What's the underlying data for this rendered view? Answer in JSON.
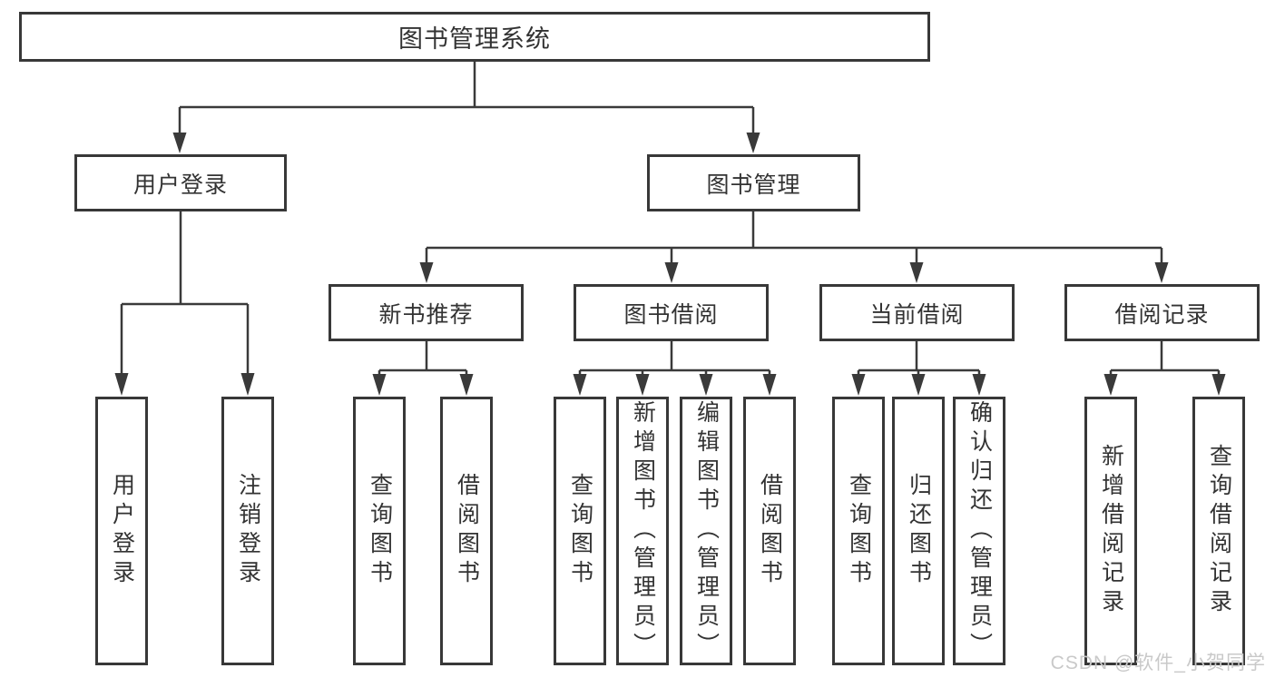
{
  "title": {
    "label": "图书管理系统"
  },
  "nodes": {
    "user_login": "用户登录",
    "book_management": "图书管理",
    "new_book_recommend": "新书推荐",
    "book_borrow": "图书借阅",
    "current_borrow": "当前借阅",
    "borrow_records": "借阅记录"
  },
  "leaves": {
    "user_login": [
      "用户登录",
      "注销登录"
    ],
    "new_book_recommend": [
      "查询图书",
      "借阅图书"
    ],
    "book_borrow": [
      "查询图书",
      "新增图书（管理员）",
      "编辑图书（管理员）",
      "借阅图书"
    ],
    "current_borrow": [
      "查询图书",
      "归还图书",
      "确认归还（管理员）"
    ],
    "borrow_records": [
      "新增借阅记录",
      "查询借阅记录"
    ]
  },
  "watermark": {
    "text": "CSDN @软件_小贺同学"
  },
  "colors": {
    "line": "#3a3a3a",
    "border": "#383838",
    "text": "#333333",
    "watermark": "#c9c9c9",
    "background": "#ffffff"
  }
}
